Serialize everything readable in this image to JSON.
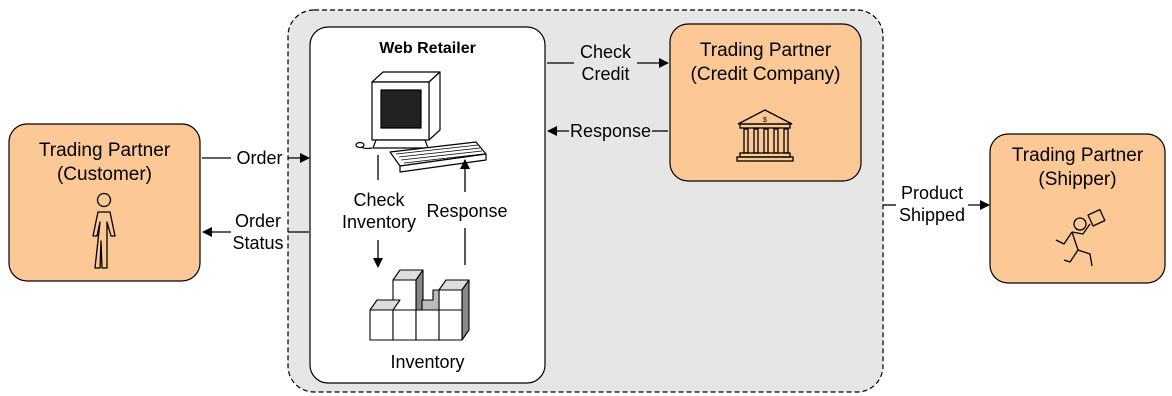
{
  "web_retailer": {
    "title": "Web Retailer",
    "check_inventory": [
      "Check",
      "Inventory"
    ],
    "response": "Response",
    "inventory": "Inventory"
  },
  "customer": {
    "title": [
      "Trading Partner",
      "(Customer)"
    ],
    "icon": "person-icon"
  },
  "credit_company": {
    "title": [
      "Trading Partner",
      "(Credit Company)"
    ],
    "icon": "bank-icon"
  },
  "shipper": {
    "title": [
      "Trading Partner",
      "(Shipper)"
    ],
    "icon": "running-courier-icon"
  },
  "flows": {
    "order": "Order",
    "order_status": [
      "Order",
      "Status"
    ],
    "check_credit": [
      "Check",
      "Credit"
    ],
    "credit_response": "Response",
    "product_shipped": [
      "Product",
      "Shipped"
    ]
  },
  "colors": {
    "partner_fill": "#fbc896",
    "boundary_fill": "#e6e6e6",
    "panel_fill": "#ffffff",
    "stroke": "#000000"
  }
}
